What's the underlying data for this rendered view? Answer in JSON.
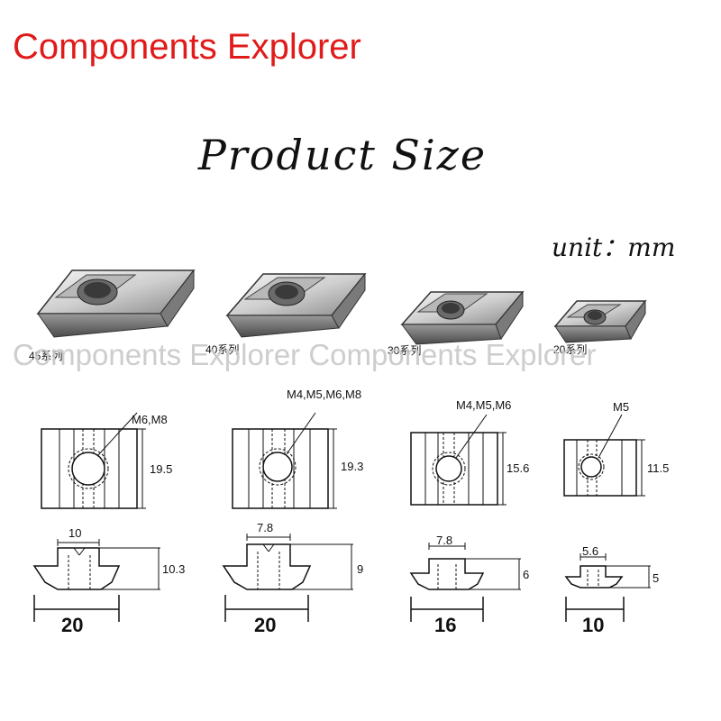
{
  "brand": {
    "text": "Components Explorer",
    "color": "#e01b1b"
  },
  "heading": "Product Size",
  "unit_label": "unit：mm",
  "watermark": "Components Explorer Components Explorer",
  "series": [
    {
      "series_label": "45系列",
      "thread": "M6,M8",
      "height_dim": "19.5",
      "slot_dim": "10",
      "profile_height": "10.3",
      "width_dim": "20"
    },
    {
      "series_label": "40系列",
      "thread": "M4,M5,M6,M8",
      "height_dim": "19.3",
      "slot_dim": "7.8",
      "profile_height": "9",
      "width_dim": "20"
    },
    {
      "series_label": "30系列",
      "thread": "M4,M5,M6",
      "height_dim": "15.6",
      "slot_dim": "7.8",
      "profile_height": "6",
      "width_dim": "16"
    },
    {
      "series_label": "20系列",
      "thread": "M5",
      "height_dim": "11.5",
      "slot_dim": "5.6",
      "profile_height": "5",
      "width_dim": "10"
    }
  ]
}
